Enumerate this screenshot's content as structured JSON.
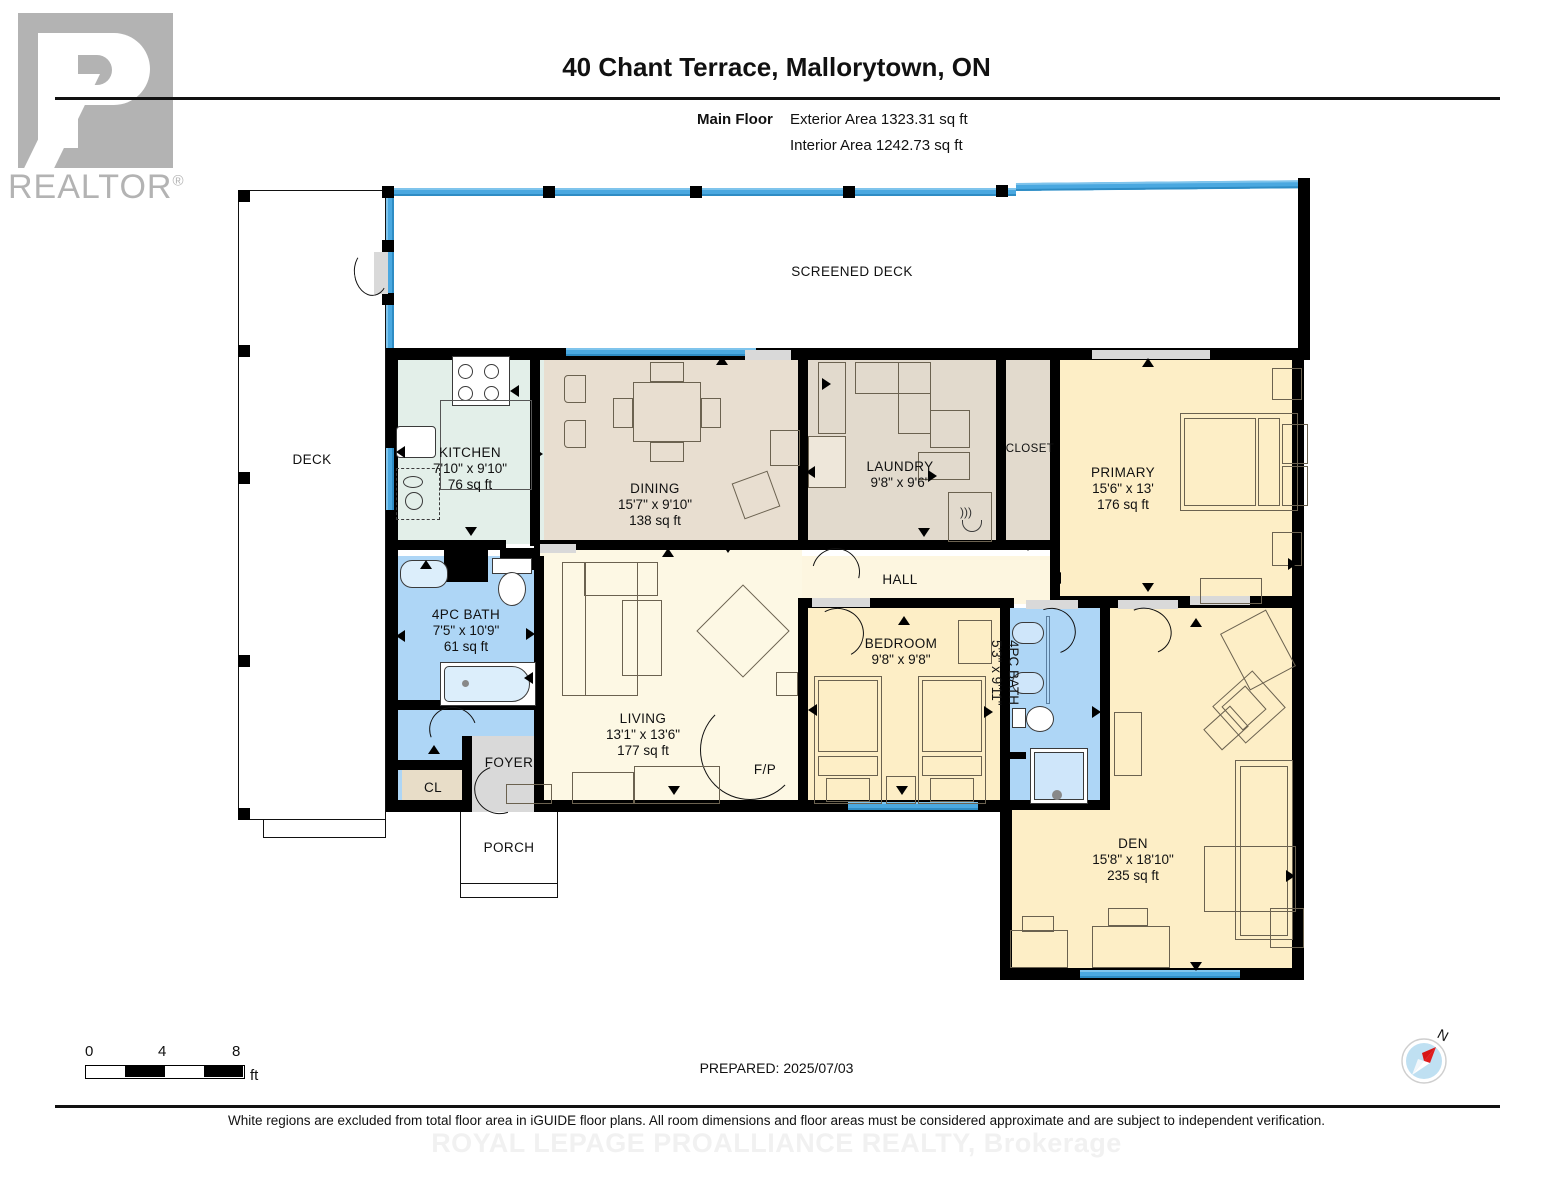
{
  "logo": {
    "word": "REALTOR",
    "reg": "®"
  },
  "header": {
    "title": "40 Chant Terrace, Mallorytown, ON",
    "floor_label": "Main Floor",
    "exterior_area": "Exterior Area 1323.31 sq ft",
    "interior_area": "Interior Area 1242.73 sq ft"
  },
  "rooms": {
    "screened_deck": {
      "name": "SCREENED DECK"
    },
    "deck": {
      "name": "DECK"
    },
    "kitchen": {
      "name": "KITCHEN",
      "dims": "7'10\" x 9'10\"",
      "area": "76 sq ft",
      "color": "#e3efe9"
    },
    "dining": {
      "name": "DINING",
      "dims": "15'7\" x 9'10\"",
      "area": "138 sq ft",
      "color": "#e8ded0"
    },
    "laundry": {
      "name": "LAUNDRY",
      "dims": "9'8\" x 9'6\"",
      "area": "",
      "color": "#e2dacd"
    },
    "closet": {
      "name": "CLOSET",
      "dims": "",
      "area": "",
      "color": "#e2dacd"
    },
    "primary": {
      "name": "PRIMARY",
      "dims": "15'6\" x 13'",
      "area": "176 sq ft",
      "color": "#fdeec6"
    },
    "bath_main": {
      "name": "4PC BATH",
      "dims": "7'5\" x 10'9\"",
      "area": "61 sq ft",
      "color": "#aed6f6"
    },
    "living": {
      "name": "LIVING",
      "dims": "13'1\" x 13'6\"",
      "area": "177 sq ft",
      "color": "#fdf8e4"
    },
    "hall": {
      "name": "HALL",
      "dims": "",
      "area": "",
      "color": "#fdf6e0"
    },
    "bedroom": {
      "name": "BEDROOM",
      "dims": "9'8\" x 9'8\"",
      "area": "",
      "color": "#fdeec6"
    },
    "bath_ens": {
      "name": "4PC BATH",
      "dims": "5'3\" x 9'11\"",
      "area": "",
      "color": "#aed6f6"
    },
    "den": {
      "name": "DEN",
      "dims": "15'8\" x 18'10\"",
      "area": "235 sq ft",
      "color": "#fdeec6"
    },
    "foyer": {
      "name": "FOYER",
      "color": "#d9d9d9"
    },
    "closet_cl": {
      "name": "CL",
      "color": "#e8ddc8"
    },
    "porch": {
      "name": "PORCH"
    },
    "fireplace": {
      "name": "F/P"
    }
  },
  "scale": {
    "t0": "0",
    "t4": "4",
    "t8": "8",
    "unit": "ft"
  },
  "footer": {
    "prepared": "PREPARED: 2025/07/03",
    "disclaimer": "White regions are excluded from total floor area in iGUIDE floor plans. All room dimensions and floor areas must be considered approximate and are subject to independent verification.",
    "watermark": "ROYAL LEPAGE PROALLIANCE REALTY, Brokerage"
  },
  "compass": {
    "north": "N"
  },
  "colors": {
    "wall": "#000000",
    "screen": "#4aa8e0",
    "bath": "#aed6f6",
    "bedroom": "#fdeec6",
    "kitchen": "#e3efe9",
    "dining": "#e8ded0"
  }
}
